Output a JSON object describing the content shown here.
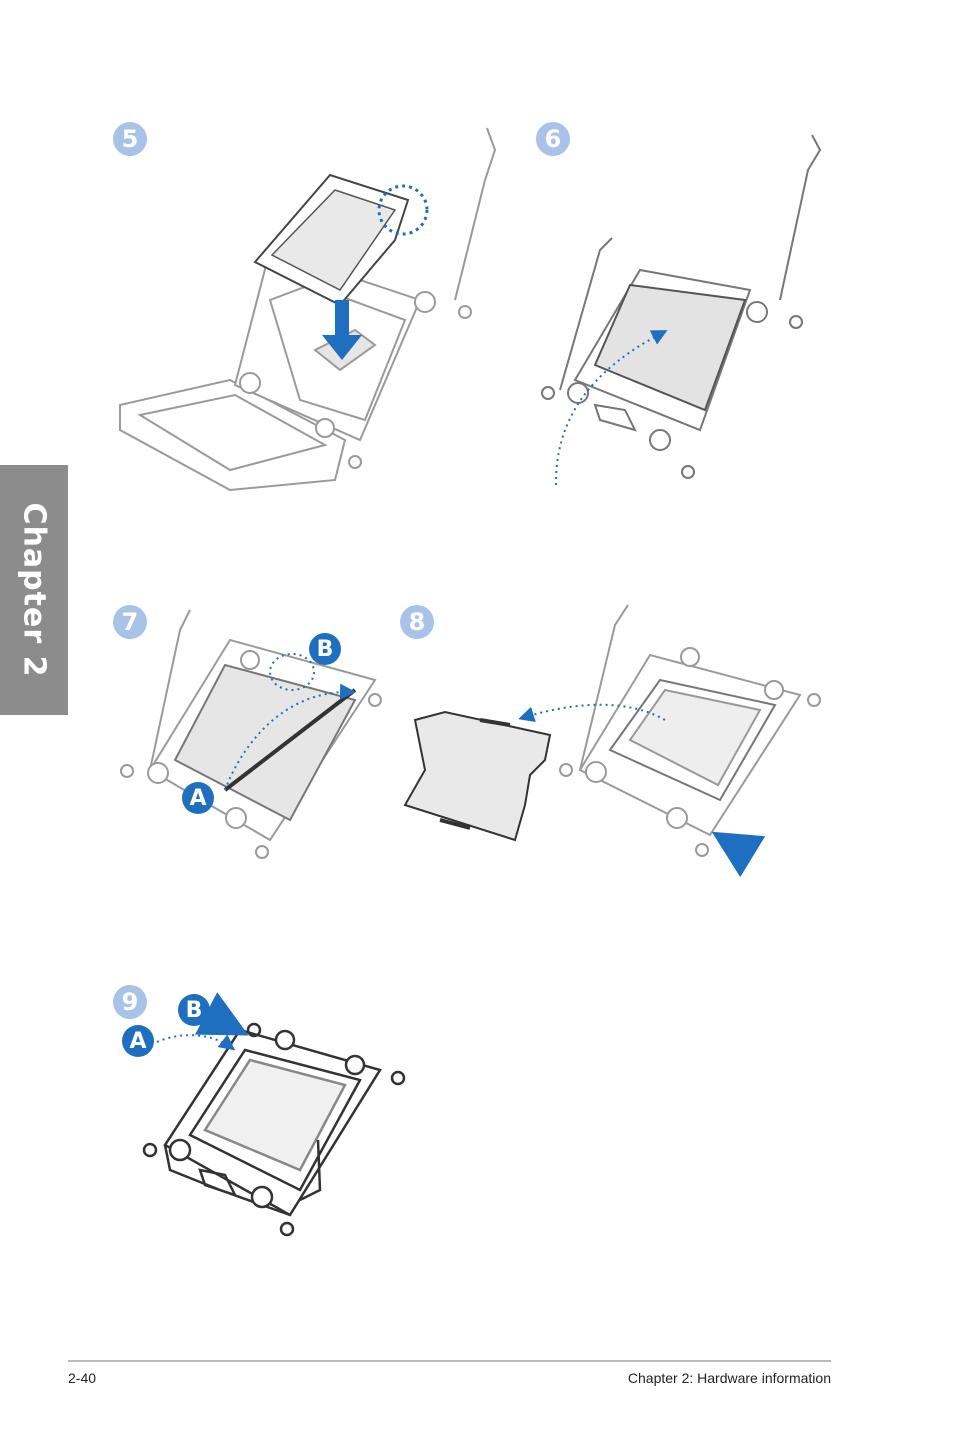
{
  "chapter_tab": "Chapter 2",
  "steps": [
    {
      "label": "5"
    },
    {
      "label": "6"
    },
    {
      "label": "7",
      "badges": [
        "B",
        "A"
      ]
    },
    {
      "label": "8"
    },
    {
      "label": "9",
      "badges": [
        "B",
        "A"
      ]
    }
  ],
  "footer": {
    "page_number": "2-40",
    "section_title": "Chapter 2: Hardware information"
  },
  "colors": {
    "accent_blue": "#1f6fc0",
    "step_circle": "#a9c2e8",
    "chapter_tab": "#8c8c8c",
    "line_art": "#9a9a9a"
  }
}
